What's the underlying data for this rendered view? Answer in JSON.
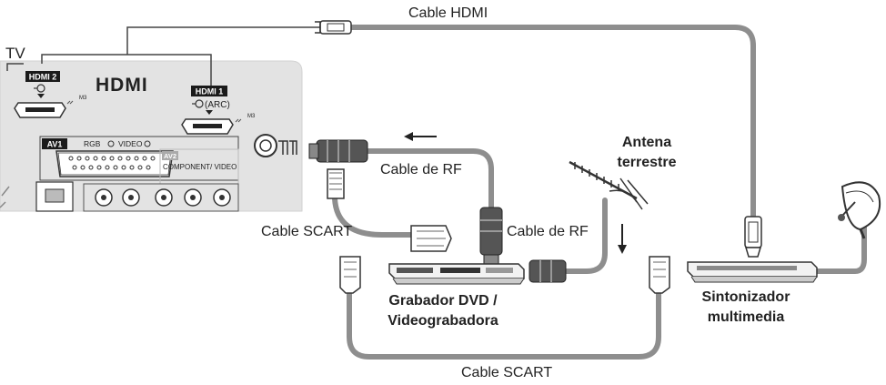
{
  "labels": {
    "tv": "TV",
    "hdmi_logo": "HDMI",
    "hdmi1": "HDMI 1",
    "hdmi2": "HDMI 2",
    "arc": "(ARC)",
    "m3": "M3",
    "av1": "AV1",
    "rgb": "RGB",
    "video": "VIDEO",
    "av2": "AV2",
    "component_video": "COMPONENT/ VIDEO",
    "cable_hdmi": "Cable HDMI",
    "cable_rf_top": "Cable de RF",
    "cable_rf_right": "Cable de RF",
    "cable_scart_left": "Cable SCART",
    "cable_scart_bottom": "Cable SCART",
    "antenna_line1": "Antena",
    "antenna_line2": "terrestre",
    "recorder_line1": "Grabador DVD /",
    "recorder_line2": "Videograbadora",
    "tuner_line1": "Sintonizador",
    "tuner_line2": "multimedia"
  },
  "colors": {
    "cable": "#8e8e8e",
    "tv_panel": "#e3e3e3",
    "chip": "#1a1a1a"
  }
}
